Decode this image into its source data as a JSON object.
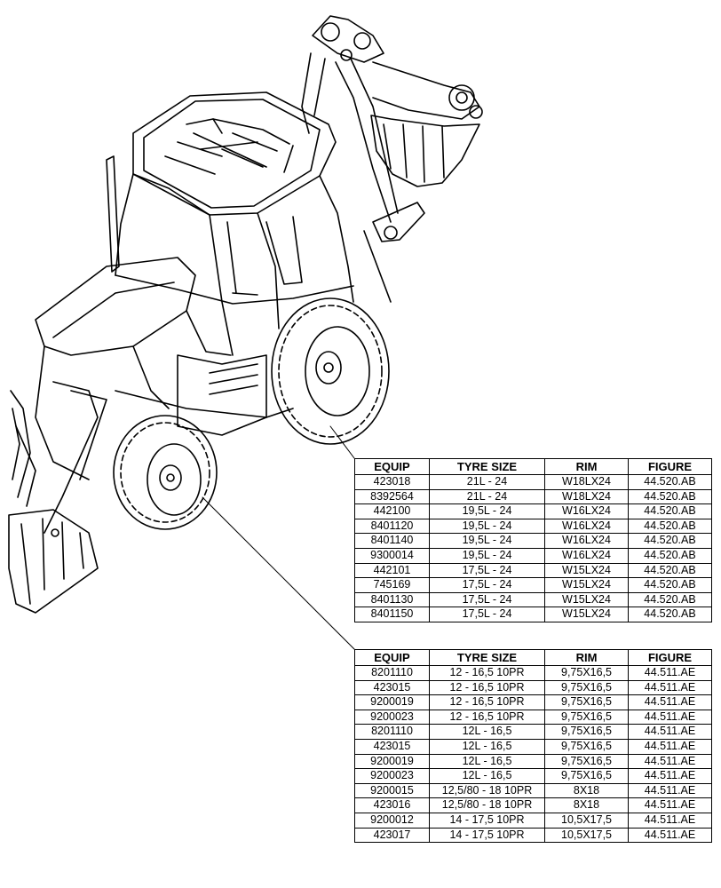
{
  "rear_tyres": {
    "headers": [
      "EQUIP",
      "TYRE SIZE",
      "RIM",
      "FIGURE"
    ],
    "rows": [
      [
        "423018",
        "21L - 24",
        "W18LX24",
        "44.520.AB"
      ],
      [
        "8392564",
        "21L - 24",
        "W18LX24",
        "44.520.AB"
      ],
      [
        "442100",
        "19,5L - 24",
        "W16LX24",
        "44.520.AB"
      ],
      [
        "8401120",
        "19,5L - 24",
        "W16LX24",
        "44.520.AB"
      ],
      [
        "8401140",
        "19,5L - 24",
        "W16LX24",
        "44.520.AB"
      ],
      [
        "9300014",
        "19,5L - 24",
        "W16LX24",
        "44.520.AB"
      ],
      [
        "442101",
        "17,5L - 24",
        "W15LX24",
        "44.520.AB"
      ],
      [
        "745169",
        "17,5L - 24",
        "W15LX24",
        "44.520.AB"
      ],
      [
        "8401130",
        "17,5L - 24",
        "W15LX24",
        "44.520.AB"
      ],
      [
        "8401150",
        "17,5L - 24",
        "W15LX24",
        "44.520.AB"
      ]
    ]
  },
  "front_tyres": {
    "headers": [
      "EQUIP",
      "TYRE SIZE",
      "RIM",
      "FIGURE"
    ],
    "rows": [
      [
        "8201110",
        "12 - 16,5 10PR",
        "9,75X16,5",
        "44.511.AE"
      ],
      [
        "423015",
        "12 - 16,5 10PR",
        "9,75X16,5",
        "44.511.AE"
      ],
      [
        "9200019",
        "12 - 16,5 10PR",
        "9,75X16,5",
        "44.511.AE"
      ],
      [
        "9200023",
        "12 - 16,5 10PR",
        "9,75X16,5",
        "44.511.AE"
      ],
      [
        "8201110",
        "12L - 16,5",
        "9,75X16,5",
        "44.511.AE"
      ],
      [
        "423015",
        "12L - 16,5",
        "9,75X16,5",
        "44.511.AE"
      ],
      [
        "9200019",
        "12L - 16,5",
        "9,75X16,5",
        "44.511.AE"
      ],
      [
        "9200023",
        "12L - 16,5",
        "9,75X16,5",
        "44.511.AE"
      ],
      [
        "9200015",
        "12,5/80 - 18 10PR",
        "8X18",
        "44.511.AE"
      ],
      [
        "423016",
        "12,5/80 - 18 10PR",
        "8X18",
        "44.511.AE"
      ],
      [
        "9200012",
        "14 - 17,5 10PR",
        "10,5X17,5",
        "44.511.AE"
      ],
      [
        "423017",
        "14 - 17,5 10PR",
        "10,5X17,5",
        "44.511.AE"
      ]
    ]
  }
}
